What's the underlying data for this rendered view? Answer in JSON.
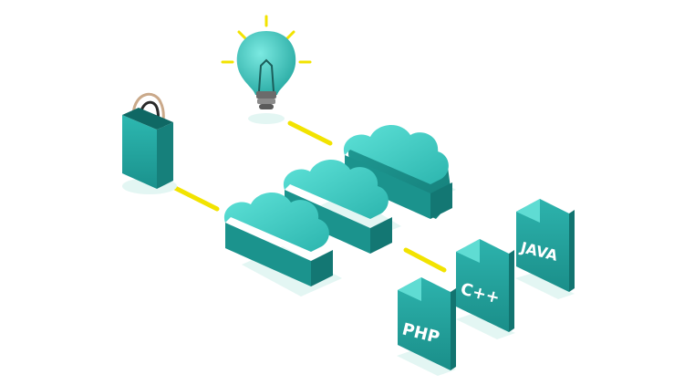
{
  "scene": {
    "description_free": true
  },
  "files": [
    {
      "label": "PHP",
      "icon": "php-file-icon"
    },
    {
      "label": "C++",
      "icon": "cpp-file-icon"
    },
    {
      "label": "JAVA",
      "icon": "java-file-icon"
    }
  ],
  "colors": {
    "teal_light": "#4fd6cd",
    "teal_mid": "#2bb3ad",
    "teal_dark": "#148581",
    "connector": "#f2e300",
    "shadow": "#e0f5f2",
    "bulb_rays": "#f2e300"
  }
}
